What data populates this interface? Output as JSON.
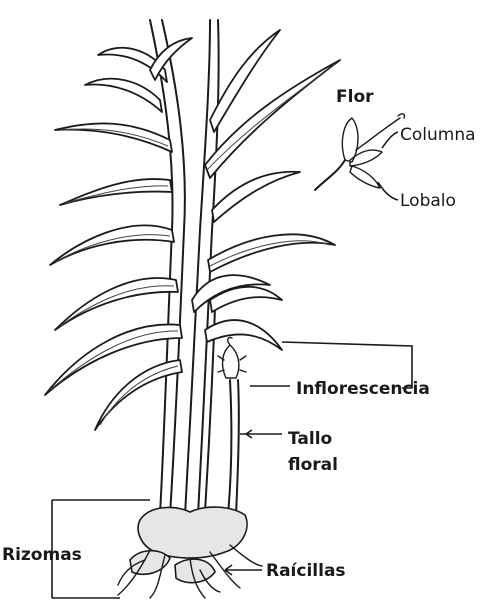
{
  "labels": {
    "flor": "Flor",
    "columna": "Columna",
    "lobalo": "Lobalo",
    "inflorescencia": "Inflorescencia",
    "tallo_floral_line1": "Tallo",
    "tallo_floral_line2": "floral",
    "rizomas": "Rizomas",
    "raicillas": "Raícillas"
  },
  "colors": {
    "ink": "#1b1b1b",
    "background": "#ffffff",
    "rhizome_fill": "#e6e6e6"
  }
}
